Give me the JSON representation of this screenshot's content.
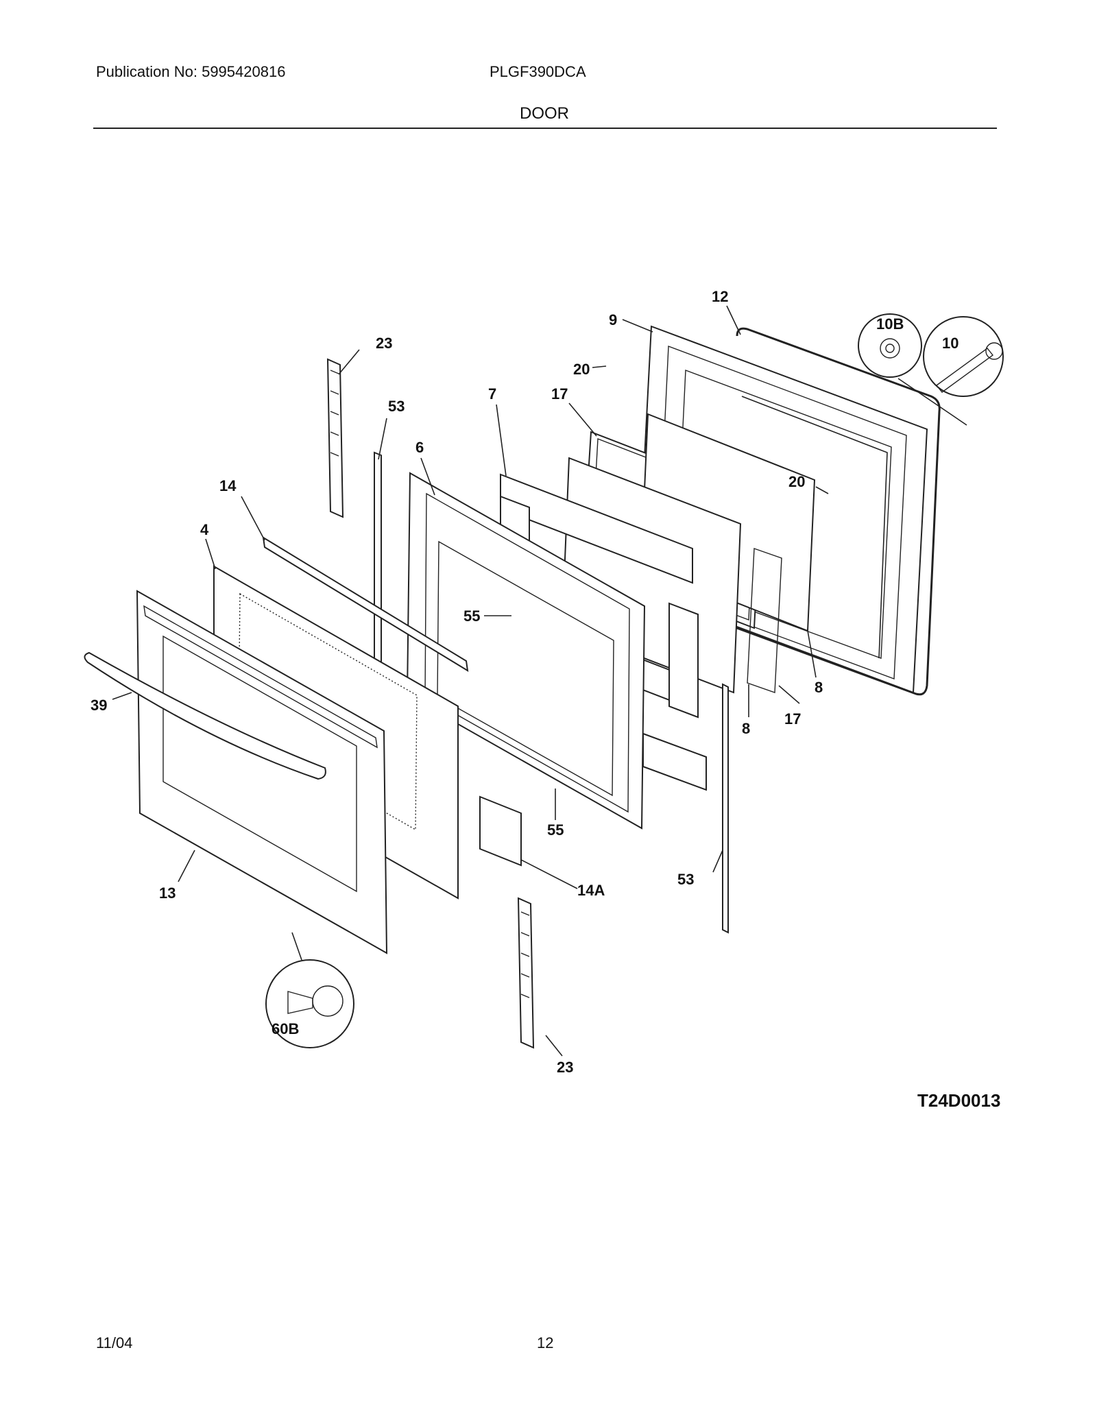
{
  "header": {
    "publication": "Publication No: 5995420816",
    "model": "PLGF390DCA",
    "section": "DOOR"
  },
  "diagram": {
    "drawing_code": "T24D0013",
    "callouts": {
      "c23a": "23",
      "c53a": "53",
      "c14": "14",
      "c4": "4",
      "c6": "6",
      "c7": "7",
      "c17a": "17",
      "c9": "9",
      "c12": "12",
      "c10b": "10B",
      "c10": "10",
      "c20a": "20",
      "c20b": "20",
      "c55a": "55",
      "c55b": "55",
      "c8a": "8",
      "c8b": "8",
      "c17b": "17",
      "c39": "39",
      "c13": "13",
      "c14a": "14A",
      "c53b": "53",
      "c60b": "60B",
      "c23b": "23"
    }
  },
  "footer": {
    "date": "11/04",
    "page": "12"
  }
}
